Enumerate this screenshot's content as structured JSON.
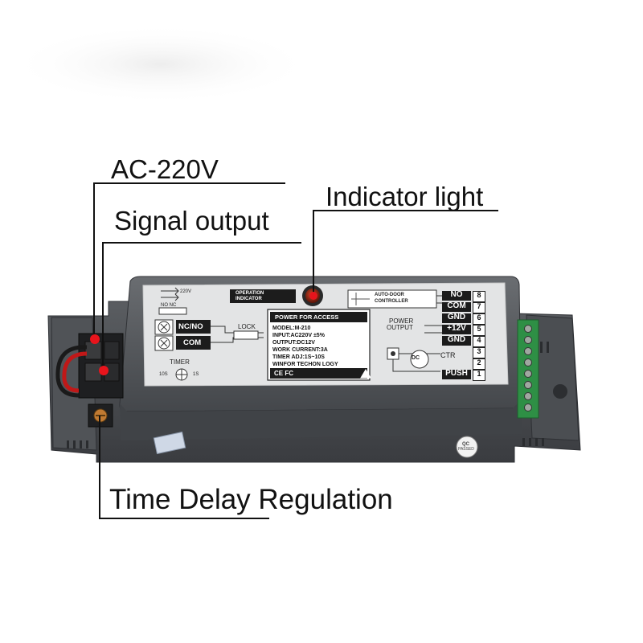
{
  "callouts": {
    "ac_input": "AC-220V",
    "signal_output": "Signal output",
    "indicator_light": "Indicator light",
    "time_delay": "Time Delay Regulation"
  },
  "panel": {
    "operation_indicator_1": "OPERATION",
    "operation_indicator_2": "INDICATOR",
    "auto_door_1": "AUTO-DOOR",
    "auto_door_2": "CONTROLLER",
    "power_output_1": "POWER",
    "power_output_2": "OUTPUT",
    "nc_no": "NC/NO",
    "com": "COM",
    "lock": "LOCK",
    "no_nc_small": "NO  NC",
    "timer": "TIMER",
    "timer_10s": "10S",
    "timer_1s": "1S",
    "ctr": "CTR",
    "dc": "DC",
    "ac_icon_text": "220V",
    "spec_title": "POWER FOR ACCESS",
    "spec_lines": [
      "MODEL:M-210",
      "INPUT:AC220V ±5%",
      "OUTPUT:DC12V",
      "WORK CURRENT:3A",
      "TIMER ADJ:1S~10S",
      "WINFOR TECHON LOGY"
    ],
    "terminals": [
      {
        "label": "NO",
        "num": "8"
      },
      {
        "label": "COM",
        "num": "7"
      },
      {
        "label": "GND",
        "num": "6"
      },
      {
        "label": "+12V",
        "num": "5"
      },
      {
        "label": "GND",
        "num": "4"
      },
      {
        "label": "",
        "num": "3"
      },
      {
        "label": "",
        "num": "2"
      },
      {
        "label": "PUSH",
        "num": "1"
      }
    ],
    "cert_marks": "CE FC",
    "qc_sticker_1": "QC",
    "qc_sticker_2": "PASSED"
  },
  "colors": {
    "housing": "#55585c",
    "housing_dark": "#3d3f43",
    "label_panel": "#e4e5e6",
    "terminal_green": "#2f9a4a",
    "callout_dot": "#e8141c",
    "wire_red": "#c01818"
  }
}
